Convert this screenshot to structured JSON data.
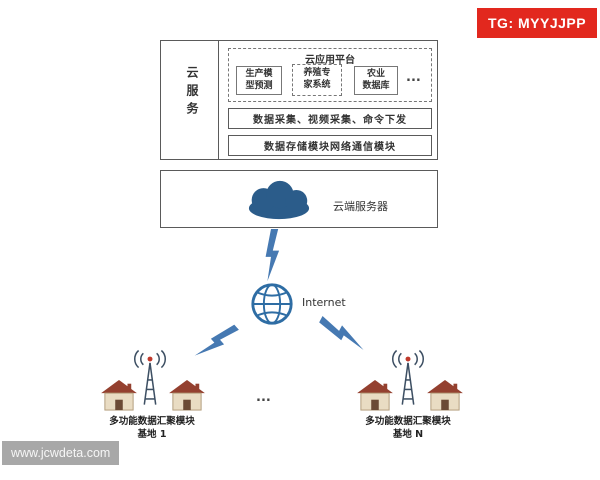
{
  "badges": {
    "tg_label": "TG: MYYJJPP",
    "watermark": "www.jcwdeta.com"
  },
  "diagram": {
    "cloud_service": {
      "side_label": "云服务",
      "platform_title": "云应用平台",
      "modules": [
        "生产模\n型预测",
        "养殖专\n家系统",
        "农业\n数据库"
      ],
      "modules_more": "...",
      "collect_row": "数据采集、视频采集、命令下发",
      "storage_row": "数据存储模块网络通信模块"
    },
    "server_label": "云端服务器",
    "internet_label": "Internet",
    "bases_more": "...",
    "bases": [
      {
        "name": "多功能数据汇聚模块",
        "sub": "基地 1"
      },
      {
        "name": "多功能数据汇聚模块",
        "sub": "基地 N"
      }
    ]
  },
  "colors": {
    "badge_red": "#e2281e",
    "watermark_gray": "#a8a8a8",
    "cloud_blue": "#2b5c8a",
    "bolt_blue": "#4679b2",
    "globe_blue": "#2e6da4",
    "roof_brown": "#94402f",
    "house_beige": "#e9dcc3",
    "door_brown": "#6b4a35",
    "tower_slate": "#3d4f63"
  }
}
